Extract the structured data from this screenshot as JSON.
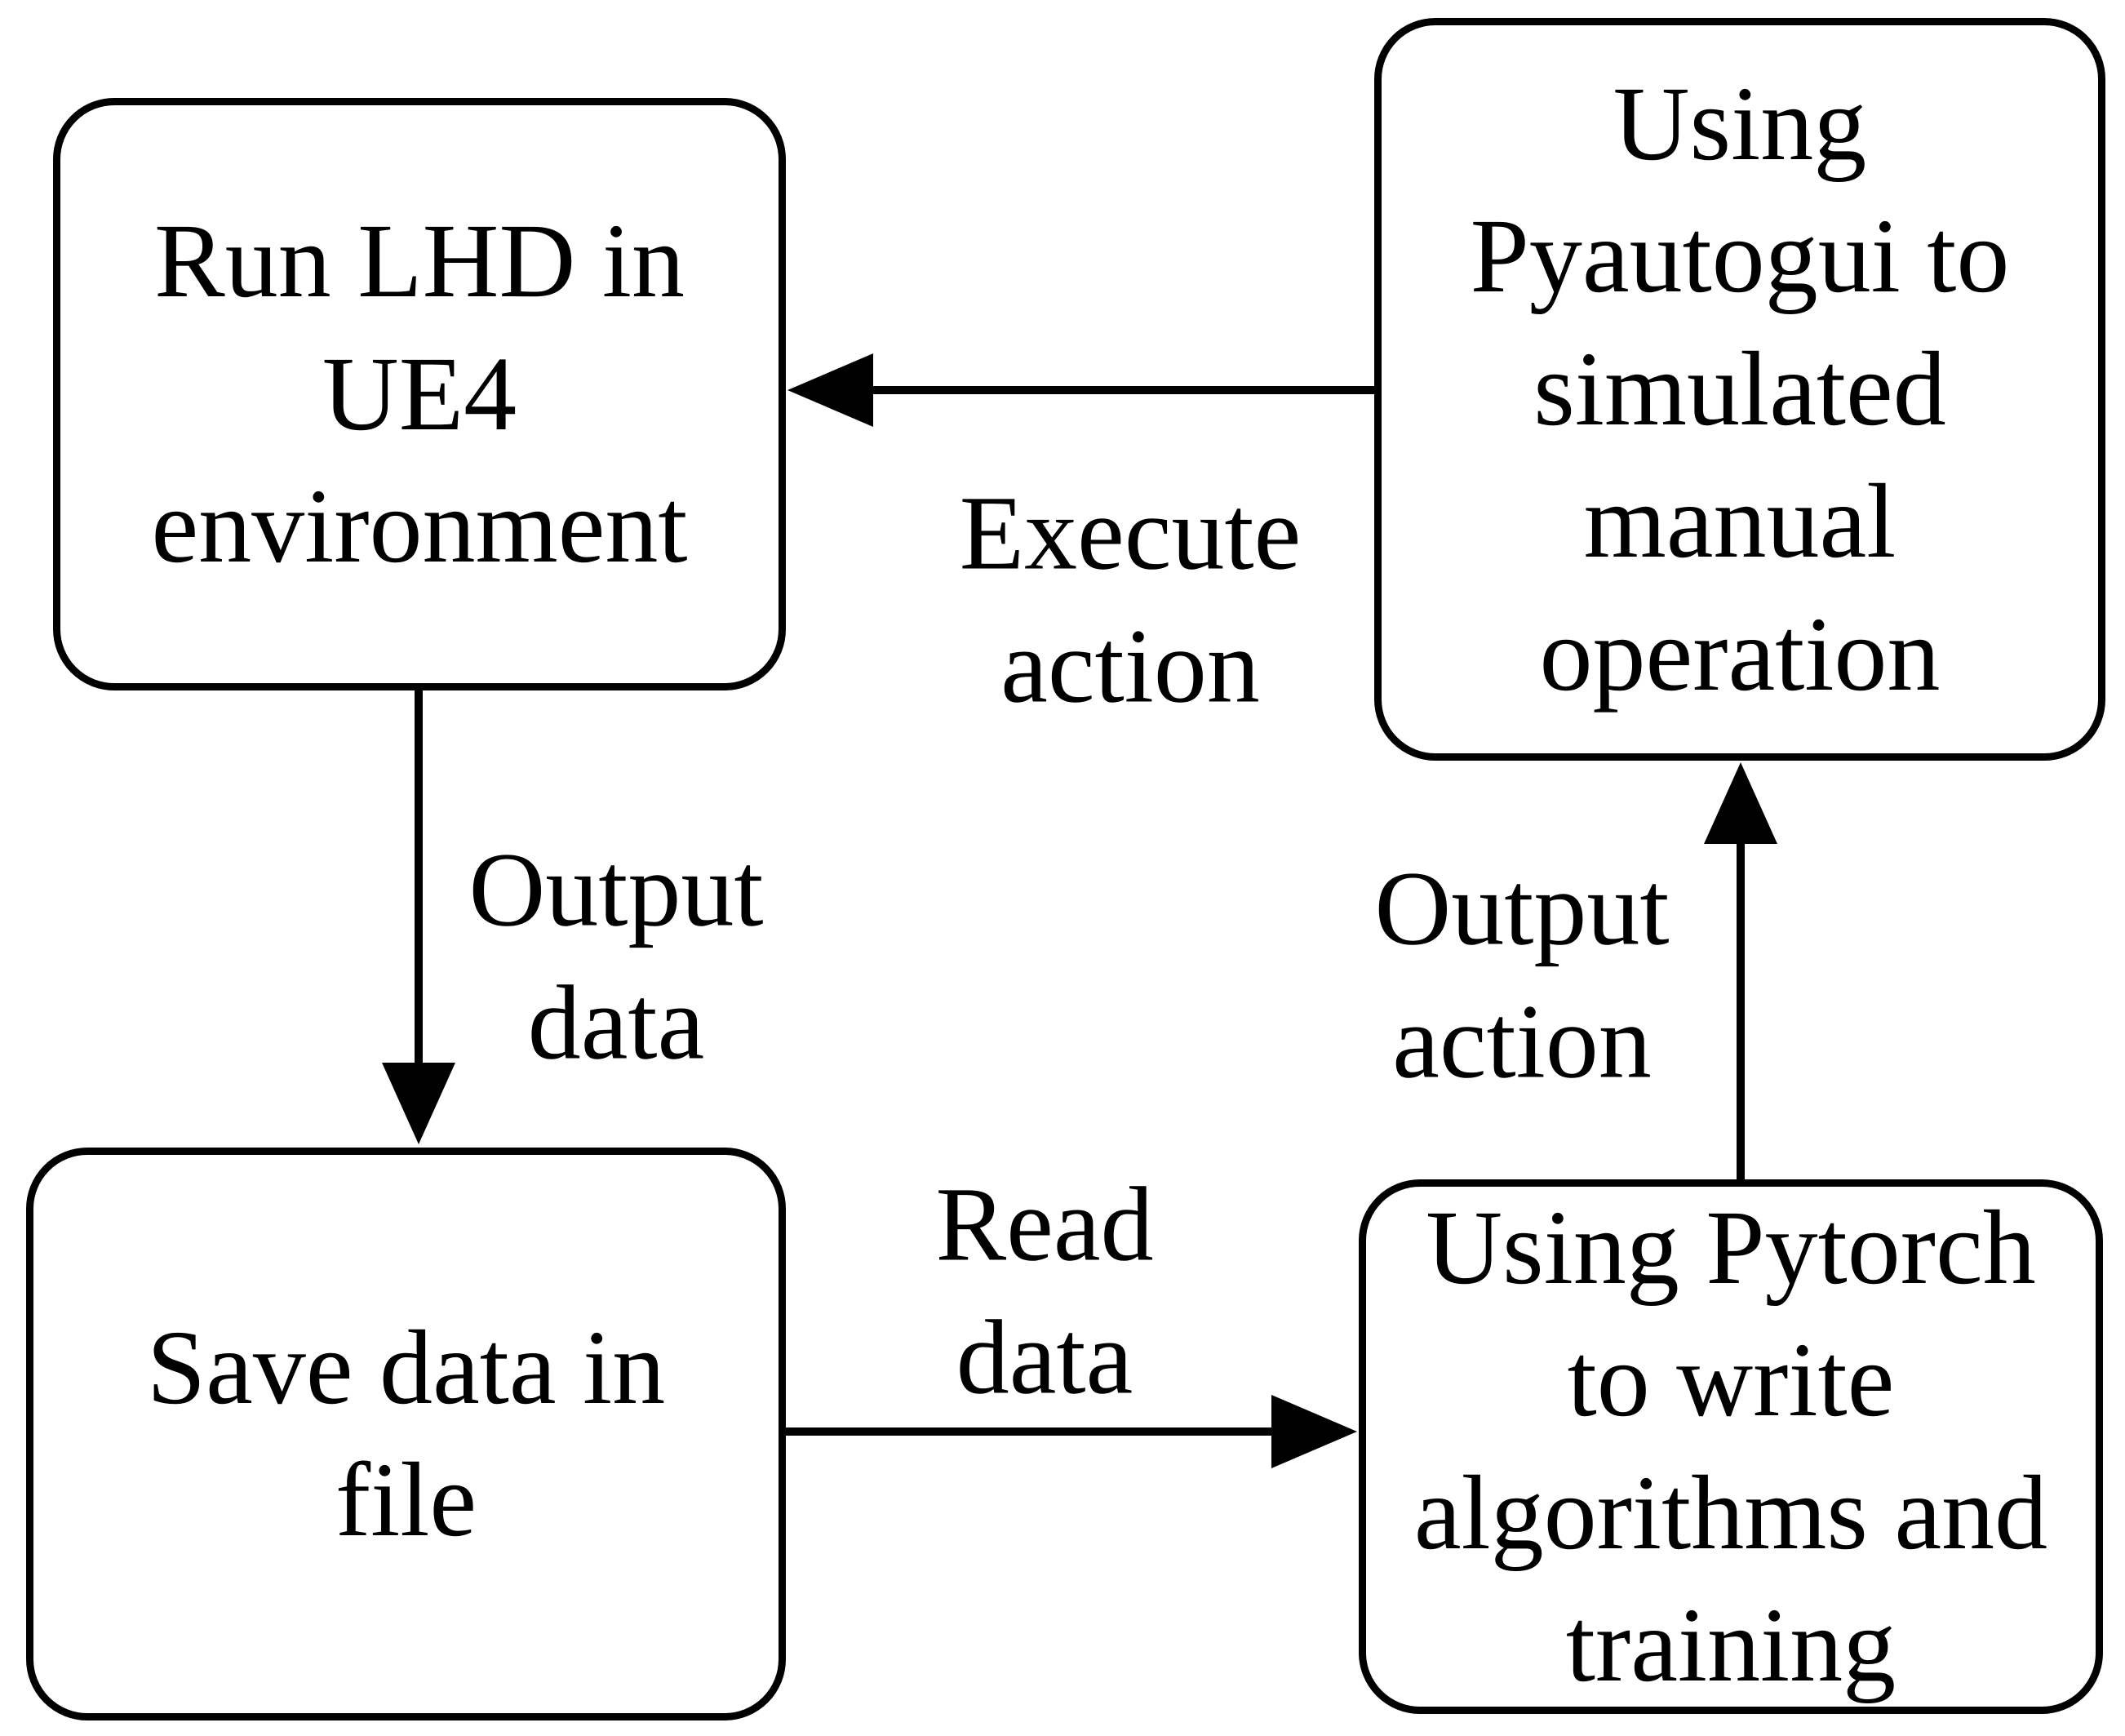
{
  "diagram": {
    "colors": {
      "background": "#ffffff",
      "stroke": "#000000",
      "text": "#000000"
    },
    "nodes": [
      {
        "id": "run-lhd-ue4",
        "label": "Run LHD in\nUE4\nenvironment"
      },
      {
        "id": "pyautogui",
        "label": "Using\nPyautogui to\nsimulated\nmanual\noperation"
      },
      {
        "id": "save-data",
        "label": "Save data in\nfile"
      },
      {
        "id": "pytorch",
        "label": "Using Pytorch\nto write\nalgorithms and\ntraining"
      }
    ],
    "edges": [
      {
        "id": "execute-action",
        "from": "pyautogui",
        "to": "run-lhd-ue4",
        "direction": "left",
        "label": "Execute\naction"
      },
      {
        "id": "output-data",
        "from": "run-lhd-ue4",
        "to": "save-data",
        "direction": "down",
        "label": "Output\ndata"
      },
      {
        "id": "read-data",
        "from": "save-data",
        "to": "pytorch",
        "direction": "right",
        "label": "Read\ndata"
      },
      {
        "id": "output-action",
        "from": "pytorch",
        "to": "pyautogui",
        "direction": "up",
        "label": "Output\naction"
      }
    ]
  }
}
